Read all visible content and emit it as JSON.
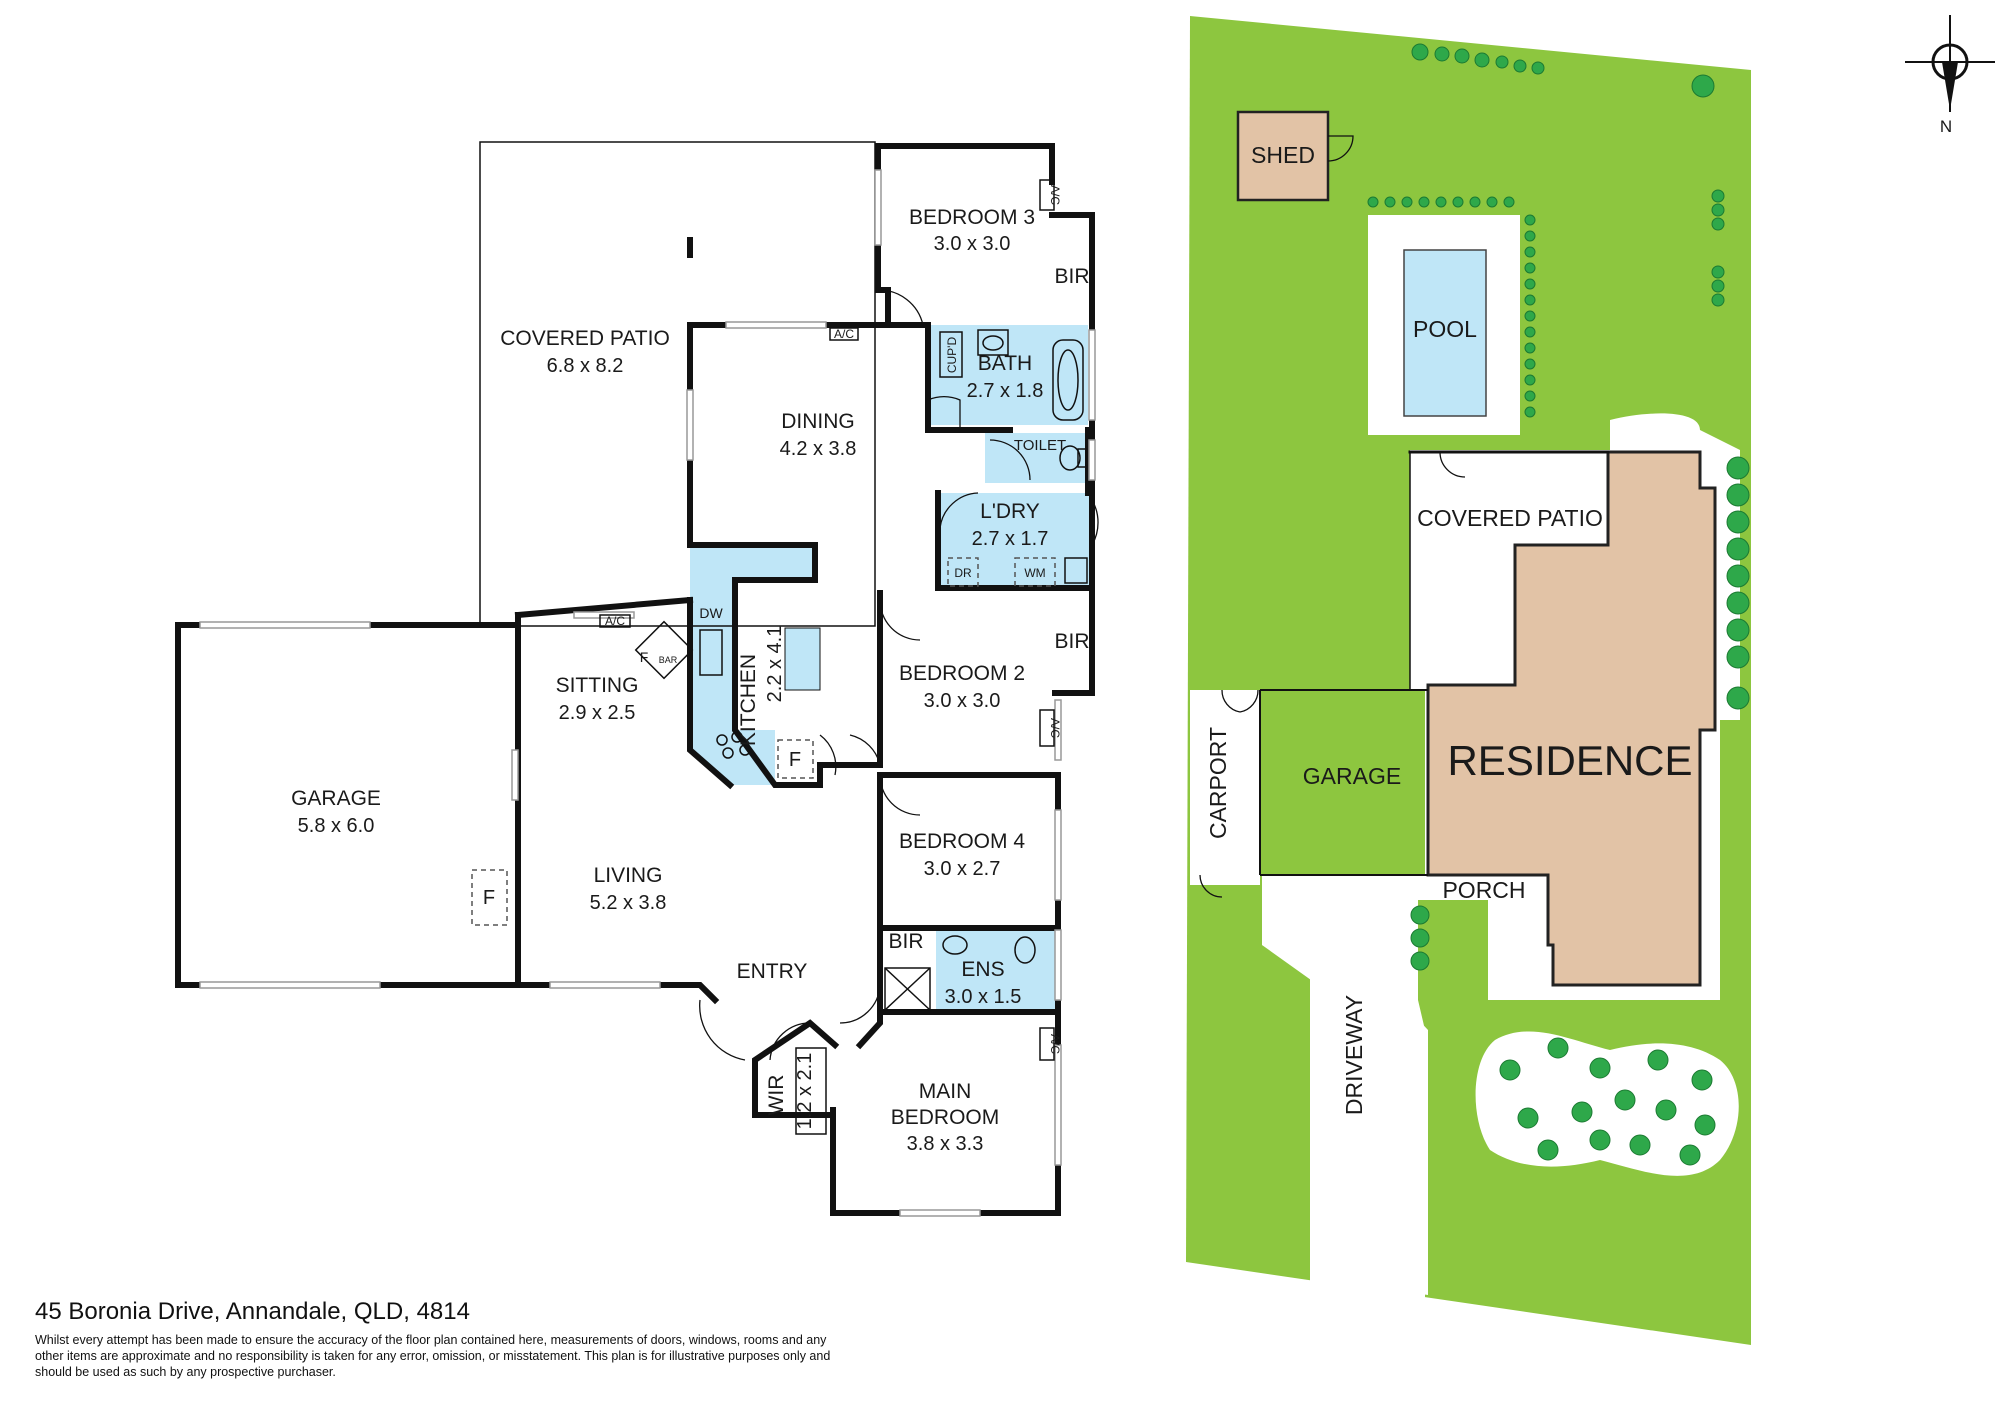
{
  "floorplan": {
    "rooms": [
      {
        "id": "covered-patio",
        "name": "COVERED PATIO",
        "dims": "6.8 x 8.2"
      },
      {
        "id": "bedroom-3",
        "name": "BEDROOM 3",
        "dims": "3.0 x 3.0"
      },
      {
        "id": "dining",
        "name": "DINING",
        "dims": "4.2 x 3.8"
      },
      {
        "id": "bath",
        "name": "BATH",
        "dims": "2.7 x 1.8"
      },
      {
        "id": "laundry",
        "name": "L'DRY",
        "dims": "2.7 x 1.7"
      },
      {
        "id": "kitchen",
        "name": "KITCHEN",
        "dims": "2.2 x 4.1"
      },
      {
        "id": "sitting",
        "name": "SITTING",
        "dims": "2.9 x 2.5"
      },
      {
        "id": "bedroom-2",
        "name": "BEDROOM 2",
        "dims": "3.0 x 3.0"
      },
      {
        "id": "garage",
        "name": "GARAGE",
        "dims": "5.8 x 6.0"
      },
      {
        "id": "living",
        "name": "LIVING",
        "dims": "5.2 x 3.8"
      },
      {
        "id": "bedroom-4",
        "name": "BEDROOM 4",
        "dims": "3.0 x 2.7"
      },
      {
        "id": "ensuite",
        "name": "ENS",
        "dims": "3.0 x 1.5"
      },
      {
        "id": "main-bedroom",
        "name": "MAIN BEDROOM",
        "dims": "3.8 x 3.3"
      },
      {
        "id": "wir",
        "name": "WIR",
        "dims": "1.2 x 2.1"
      }
    ],
    "labels": {
      "entry": "ENTRY",
      "toilet": "TOILET",
      "bir": "BIR",
      "cupd": "CUP'D",
      "ac": "A/C",
      "dw": "DW",
      "dr": "DR",
      "wm": "WM",
      "fridge": "F",
      "bar": "BAR"
    }
  },
  "site": {
    "labels": {
      "shed": "SHED",
      "pool": "POOL",
      "covered_patio": "COVERED PATIO",
      "carport": "CARPORT",
      "garage": "GARAGE",
      "residence": "RESIDENCE",
      "porch": "PORCH",
      "driveway": "DRIVEWAY"
    },
    "compass_label": "N"
  },
  "colors": {
    "lawn": "#8dc63f",
    "residence": "#e2c3a6",
    "pool": "#bfe6f7",
    "shrub": "#2ea84a",
    "wet_area": "#bfe6f7"
  },
  "footer": {
    "address": "45 Boronia Drive, Annandale, QLD, 4814",
    "disclaimer": "Whilst every attempt has been made to ensure the accuracy of the floor plan contained here, measurements of doors, windows, rooms and any other items are approximate and no responsibility is taken for any error, omission, or misstatement. This plan is for illustrative purposes only and should be used as such by any prospective purchaser."
  }
}
